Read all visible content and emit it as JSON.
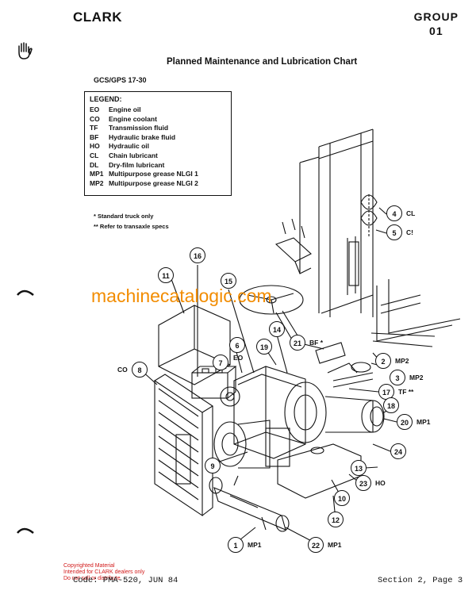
{
  "header": {
    "logo": "CLARK",
    "group_label": "GROUP",
    "group_number": "01"
  },
  "title": "Planned Maintenance and Lubrication Chart",
  "model": "GCS/GPS 17-30",
  "legend": {
    "title": "LEGEND:",
    "items": [
      {
        "code": "EO",
        "desc": "Engine oil"
      },
      {
        "code": "CO",
        "desc": "Engine coolant"
      },
      {
        "code": "TF",
        "desc": "Transmission fluid"
      },
      {
        "code": "BF",
        "desc": "Hydraulic brake fluid"
      },
      {
        "code": "HO",
        "desc": "Hydraulic oil"
      },
      {
        "code": "CL",
        "desc": "Chain lubricant"
      },
      {
        "code": "DL",
        "desc": "Dry-film lubricant"
      },
      {
        "code": "MP1",
        "desc": "Multipurpose grease NLGI 1"
      },
      {
        "code": "MP2",
        "desc": "Multipurpose grease NLGI 2"
      }
    ]
  },
  "notes": [
    "* Standard truck only",
    "** Refer to transaxle specs"
  ],
  "watermark": "machinecatalogic.com",
  "callouts": [
    {
      "n": "1",
      "label": "MP1"
    },
    {
      "n": "2",
      "label": "MP2"
    },
    {
      "n": "3",
      "label": "MP2"
    },
    {
      "n": "4",
      "label": "CL"
    },
    {
      "n": "5",
      "label": "C!"
    },
    {
      "n": "6",
      "label": "EO"
    },
    {
      "n": "7",
      "label": ""
    },
    {
      "n": "8",
      "label": "CO"
    },
    {
      "n": "9",
      "label": ""
    },
    {
      "n": "10",
      "label": ""
    },
    {
      "n": "11",
      "label": ""
    },
    {
      "n": "12",
      "label": ""
    },
    {
      "n": "13",
      "label": ""
    },
    {
      "n": "14",
      "label": ""
    },
    {
      "n": "15",
      "label": ""
    },
    {
      "n": "16",
      "label": ""
    },
    {
      "n": "17",
      "label": "TF **"
    },
    {
      "n": "18",
      "label": ""
    },
    {
      "n": "19",
      "label": ""
    },
    {
      "n": "20",
      "label": "MP1"
    },
    {
      "n": "21",
      "label": "BF *"
    },
    {
      "n": "22",
      "label": "MP1"
    },
    {
      "n": "23",
      "label": "HO"
    },
    {
      "n": "24",
      "label": ""
    }
  ],
  "copyright": [
    "Copyrighted Material",
    "Intended for CLARK dealers only",
    "Do not sell or distribute"
  ],
  "footer": {
    "code": "Code: PMA-520, JUN 84",
    "section": "Section 2, Page 3"
  }
}
